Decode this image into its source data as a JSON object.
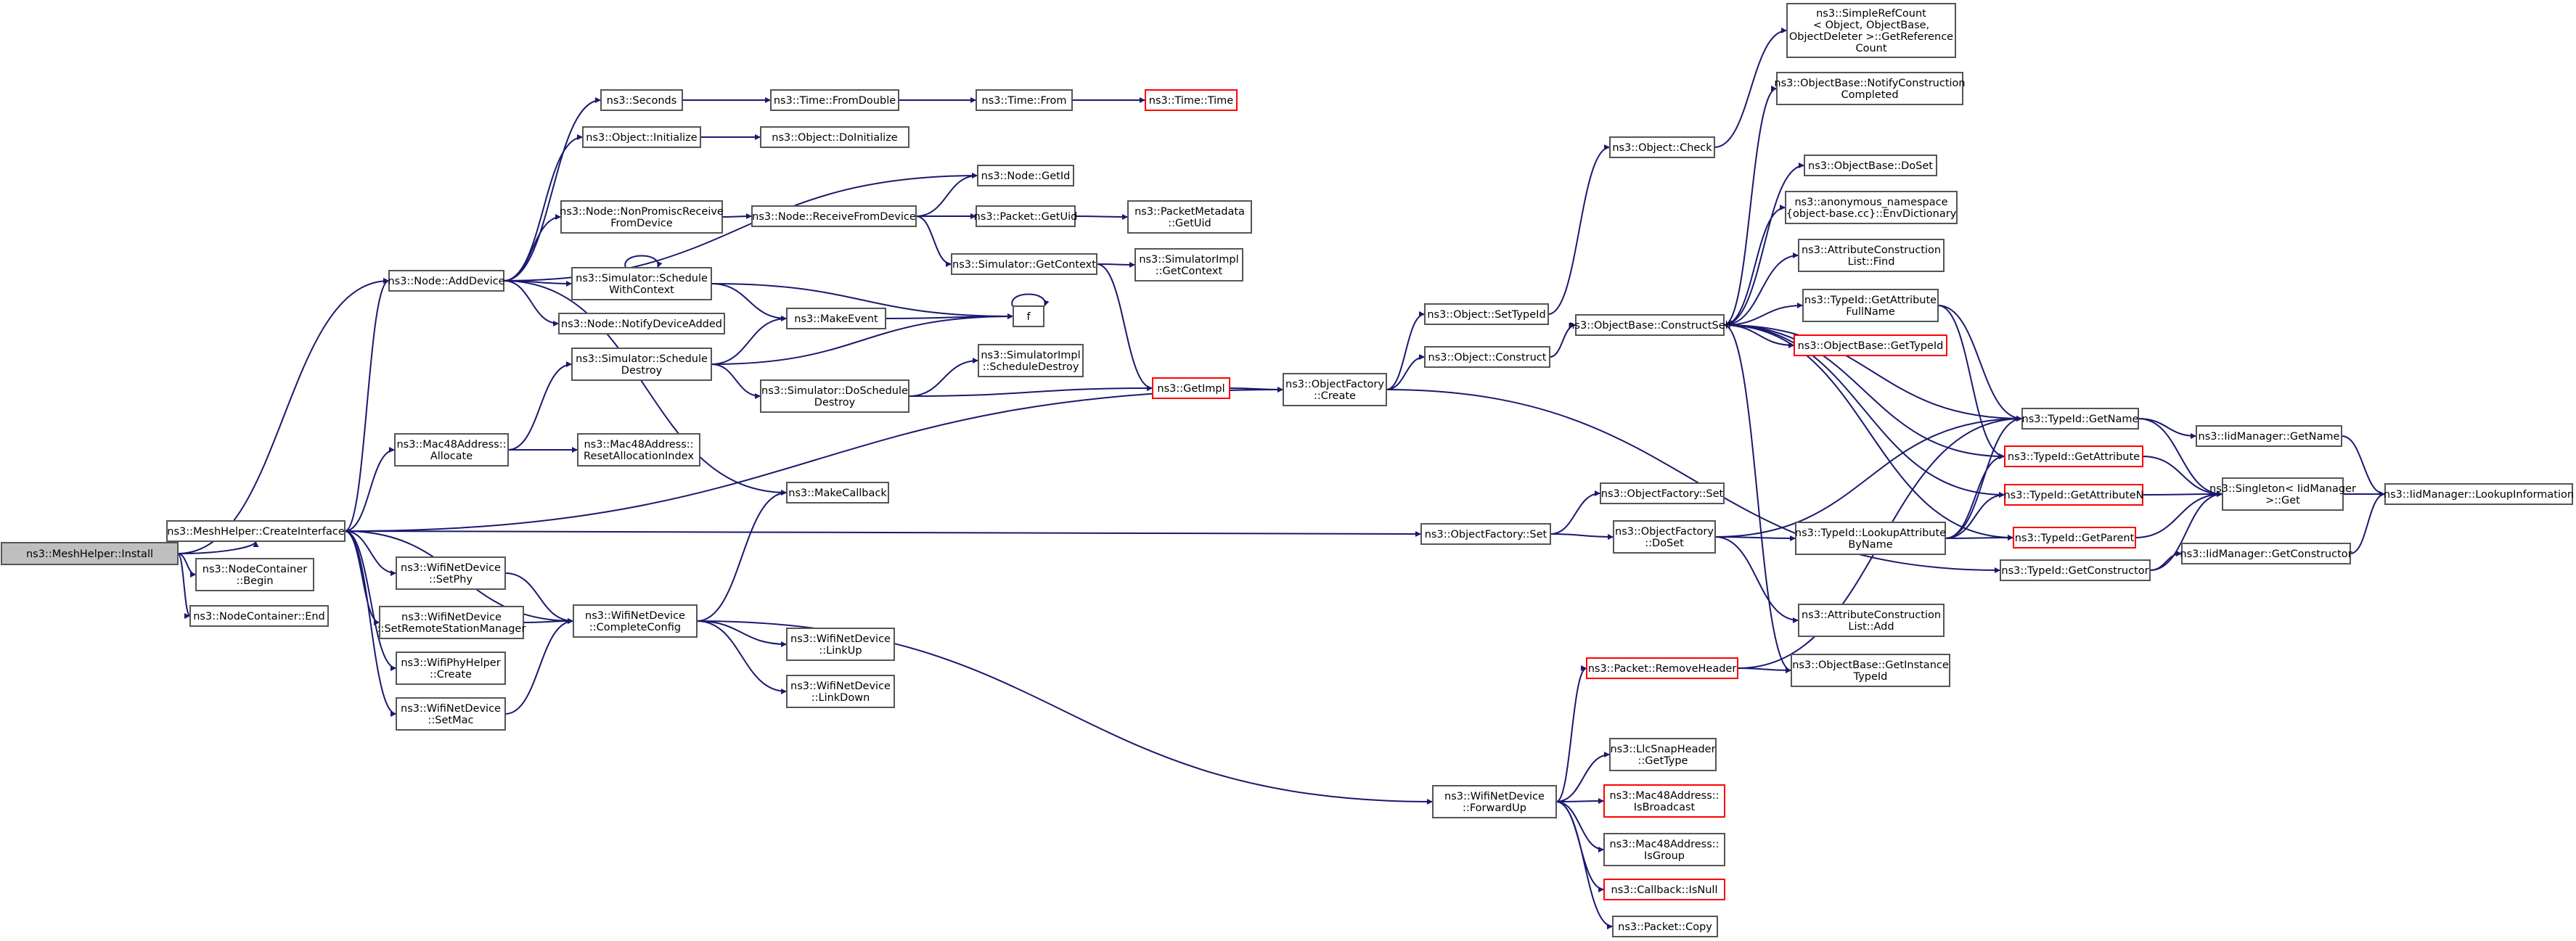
{
  "colors": {
    "edge": "#191970",
    "node_border": "#555555",
    "truncated_border": "#ff0000",
    "root_fill": "#bfbfbf"
  },
  "nodes": {
    "n_install": {
      "lines": [
        "ns3::MeshHelper::Install"
      ],
      "style": "root"
    },
    "n_createif": {
      "lines": [
        "ns3::MeshHelper::CreateInterface"
      ]
    },
    "n_ncbegin": {
      "lines": [
        "ns3::NodeContainer",
        "::Begin"
      ]
    },
    "n_ncend": {
      "lines": [
        "ns3::NodeContainer::End"
      ]
    },
    "n_adddevice": {
      "lines": [
        "ns3::Node::AddDevice"
      ]
    },
    "n_mac48alloc": {
      "lines": [
        "ns3::Mac48Address::",
        "Allocate"
      ]
    },
    "n_setphy": {
      "lines": [
        "ns3::WifiNetDevice",
        "::SetPhy"
      ]
    },
    "n_setrsm": {
      "lines": [
        "ns3::WifiNetDevice",
        "::SetRemoteStationManager"
      ]
    },
    "n_phycreate": {
      "lines": [
        "ns3::WifiPhyHelper",
        "::Create"
      ]
    },
    "n_setmac": {
      "lines": [
        "ns3::WifiNetDevice",
        "::SetMac"
      ]
    },
    "n_seconds": {
      "lines": [
        "ns3::Seconds"
      ]
    },
    "n_objinit": {
      "lines": [
        "ns3::Object::Initialize"
      ]
    },
    "n_nonpromisc": {
      "lines": [
        "ns3::Node::NonPromiscReceive",
        "FromDevice"
      ]
    },
    "n_schedctx": {
      "lines": [
        "ns3::Simulator::Schedule",
        "WithContext"
      ]
    },
    "n_notifydev": {
      "lines": [
        "ns3::Node::NotifyDeviceAdded"
      ]
    },
    "n_scheddestroy": {
      "lines": [
        "ns3::Simulator::Schedule",
        "Destroy"
      ]
    },
    "n_resetalloc": {
      "lines": [
        "ns3::Mac48Address::",
        "ResetAllocationIndex"
      ]
    },
    "n_completecfg": {
      "lines": [
        "ns3::WifiNetDevice",
        "::CompleteConfig"
      ]
    },
    "n_fromdouble": {
      "lines": [
        "ns3::Time::FromDouble"
      ]
    },
    "n_dоinit": {
      "lines": [
        "ns3::Object::DoInitialize"
      ]
    },
    "n_recvfromdev": {
      "lines": [
        "ns3::Node::ReceiveFromDevice"
      ]
    },
    "n_makeevent": {
      "lines": [
        "ns3::MakeEvent"
      ]
    },
    "n_doscheddestroy": {
      "lines": [
        "ns3::Simulator::DoSchedule",
        "Destroy"
      ]
    },
    "n_makecallback": {
      "lines": [
        "ns3::MakeCallback"
      ]
    },
    "n_linkup": {
      "lines": [
        "ns3::WifiNetDevice",
        "::LinkUp"
      ]
    },
    "n_linkdown": {
      "lines": [
        "ns3::WifiNetDevice",
        "::LinkDown"
      ]
    },
    "n_timefrom": {
      "lines": [
        "ns3::Time::From"
      ]
    },
    "n_nodegetid": {
      "lines": [
        "ns3::Node::GetId"
      ]
    },
    "n_pktgetuid": {
      "lines": [
        "ns3::Packet::GetUid"
      ]
    },
    "n_getcontext": {
      "lines": [
        "ns3::Simulator::GetContext"
      ]
    },
    "n_f": {
      "lines": [
        "f"
      ]
    },
    "n_simimplsd": {
      "lines": [
        "ns3::SimulatorImpl",
        "::ScheduleDestroy"
      ]
    },
    "n_getimpl": {
      "lines": [
        "ns3::GetImpl"
      ],
      "style": "red"
    },
    "n_timetime": {
      "lines": [
        "ns3::Time::Time"
      ],
      "style": "red"
    },
    "n_pmgetuid": {
      "lines": [
        "ns3::PacketMetadata",
        "::GetUid"
      ]
    },
    "n_simimplgc": {
      "lines": [
        "ns3::SimulatorImpl",
        "::GetContext"
      ]
    },
    "n_objcheck": {
      "lines": [
        "ns3::Object::Check"
      ]
    },
    "n_objgettypeid": {
      "lines": [
        "ns3::Object::SetTypeId"
      ]
    },
    "n_objconstruct": {
      "lines": [
        "ns3::Object::Construct"
      ]
    },
    "n_ofcreate": {
      "lines": [
        "ns3::ObjectFactory",
        "::Create"
      ]
    },
    "n_ofset": {
      "lines": [
        "ns3::ObjectFactory::Set"
      ]
    },
    "n_wndforwardup": {
      "lines": [
        "ns3::WifiNetDevice",
        "::ForwardUp"
      ]
    },
    "n_obconstructself": {
      "lines": [
        "ns3::ObjectBase::ConstructSelf"
      ]
    },
    "n_ofset2": {
      "lines": [
        "ns3::ObjectFactory::Set"
      ]
    },
    "n_ofdoset": {
      "lines": [
        "ns3::ObjectFactory",
        "::DoSet"
      ]
    },
    "n_pktremovehdr": {
      "lines": [
        "ns3::Packet::RemoveHeader"
      ],
      "style": "red"
    },
    "n_llcgettype": {
      "lines": [
        "ns3::LlcSnapHeader",
        "::GetType"
      ]
    },
    "n_macisbcast": {
      "lines": [
        "ns3::Mac48Address::",
        "IsBroadcast"
      ],
      "style": "red"
    },
    "n_macisgroup": {
      "lines": [
        "ns3::Mac48Address::",
        "IsGroup"
      ]
    },
    "n_cbisnull": {
      "lines": [
        "ns3::Callback::IsNull"
      ],
      "style": "red"
    },
    "n_pktcopy": {
      "lines": [
        "ns3::Packet::Copy"
      ]
    },
    "n_simplerefcount": {
      "lines": [
        "ns3::SimpleRefCount",
        "< Object, ObjectBase,",
        "ObjectDeleter >::GetReference",
        "Count"
      ]
    },
    "n_obnotify": {
      "lines": [
        "ns3::ObjectBase::NotifyConstruction",
        "Completed"
      ]
    },
    "n_obdoset": {
      "lines": [
        "ns3::ObjectBase::DoSet"
      ]
    },
    "n_envdict": {
      "lines": [
        "ns3::anonymous_namespace",
        "{object-base.cc}::EnvDictionary"
      ]
    },
    "n_aclfind": {
      "lines": [
        "ns3::AttributeConstruction",
        "List::Find"
      ]
    },
    "n_tidgetattrfull": {
      "lines": [
        "ns3::TypeId::GetAttribute",
        "FullName"
      ]
    },
    "n_obgettypeid": {
      "lines": [
        "ns3::ObjectBase::GetTypeId"
      ],
      "style": "red"
    },
    "n_tidlookupattr": {
      "lines": [
        "ns3::TypeId::LookupAttribute",
        "ByName"
      ]
    },
    "n_acladd": {
      "lines": [
        "ns3::AttributeConstruction",
        "List::Add"
      ]
    },
    "n_obgetinst": {
      "lines": [
        "ns3::ObjectBase::GetInstance",
        "TypeId"
      ]
    },
    "n_tidgetname": {
      "lines": [
        "ns3::TypeId::GetName"
      ]
    },
    "n_tidgetattr": {
      "lines": [
        "ns3::TypeId::GetAttribute"
      ],
      "style": "red"
    },
    "n_tidgetattrn": {
      "lines": [
        "ns3::TypeId::GetAttributeN"
      ],
      "style": "red"
    },
    "n_tidgetparent": {
      "lines": [
        "ns3::TypeId::GetParent"
      ],
      "style": "red"
    },
    "n_tidgetctor": {
      "lines": [
        "ns3::TypeId::GetConstructor"
      ]
    },
    "n_iidmgetname": {
      "lines": [
        "ns3::IidManager::GetName"
      ]
    },
    "n_singleton": {
      "lines": [
        "ns3::Singleton< IidManager",
        ">::Get"
      ]
    },
    "n_iidmgetctor": {
      "lines": [
        "ns3::IidManager::GetConstructor"
      ]
    },
    "n_iidmlookup": {
      "lines": [
        "ns3::IidManager::LookupInformation"
      ]
    }
  }
}
